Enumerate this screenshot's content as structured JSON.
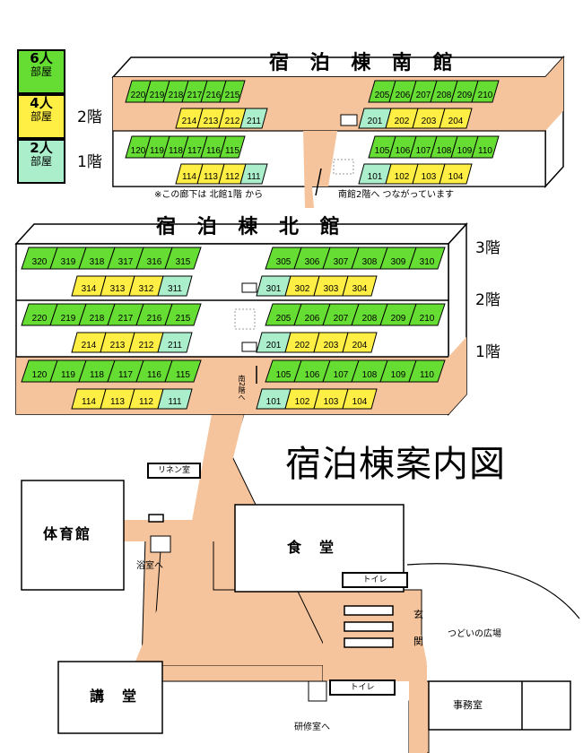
{
  "colors": {
    "six": "#66dd33",
    "four": "#ffee44",
    "two": "#aaeecc",
    "corridor": "#f5c49c",
    "outline": "#000000"
  },
  "legend": [
    {
      "cap": "6人",
      "sub": "部屋",
      "color": "#66dd33"
    },
    {
      "cap": "4人",
      "sub": "部屋",
      "color": "#ffee44"
    },
    {
      "cap": "2人",
      "sub": "部屋",
      "color": "#aaeecc"
    }
  ],
  "south": {
    "title": "宿 泊 棟 南 館",
    "floor2": "2階",
    "floor1": "1階",
    "note_left": "※この廊下は 北館1階 から",
    "note_right": "南館2階へ つながっています",
    "f2_left_six": [
      "220",
      "219",
      "218",
      "217",
      "216",
      "215"
    ],
    "f2_left_four": [
      "214",
      "213",
      "212"
    ],
    "f2_left_two": [
      "211"
    ],
    "f2_right_six": [
      "205",
      "206",
      "207",
      "208",
      "209",
      "210"
    ],
    "f2_right_two": [
      "201"
    ],
    "f2_right_four": [
      "202",
      "203",
      "204"
    ],
    "f1_left_six": [
      "120",
      "119",
      "118",
      "117",
      "116",
      "115"
    ],
    "f1_left_four": [
      "114",
      "113",
      "112"
    ],
    "f1_left_two": [
      "111"
    ],
    "f1_right_six": [
      "105",
      "106",
      "107",
      "108",
      "109",
      "110"
    ],
    "f1_right_two": [
      "101"
    ],
    "f1_right_four": [
      "102",
      "103",
      "104"
    ]
  },
  "north": {
    "title": "宿 泊 棟 北 館",
    "floor3": "3階",
    "floor2": "2階",
    "floor1": "1階",
    "to_south": "南2階へ",
    "f3_left_six": [
      "320",
      "319",
      "318",
      "317",
      "316",
      "315"
    ],
    "f3_left_four": [
      "314",
      "313",
      "312"
    ],
    "f3_left_two": [
      "311"
    ],
    "f3_right_six": [
      "305",
      "306",
      "307",
      "308",
      "309",
      "310"
    ],
    "f3_right_two": [
      "301"
    ],
    "f3_right_four": [
      "302",
      "303",
      "304"
    ],
    "f2_left_six": [
      "220",
      "219",
      "218",
      "217",
      "216",
      "215"
    ],
    "f2_left_four": [
      "214",
      "213",
      "212"
    ],
    "f2_left_two": [
      "211"
    ],
    "f2_right_six": [
      "205",
      "206",
      "207",
      "208",
      "209",
      "210"
    ],
    "f2_right_two": [
      "201"
    ],
    "f2_right_four": [
      "202",
      "203",
      "204"
    ],
    "f1_left_six": [
      "120",
      "119",
      "118",
      "117",
      "116",
      "115"
    ],
    "f1_left_four": [
      "114",
      "113",
      "112"
    ],
    "f1_left_two": [
      "111"
    ],
    "f1_right_six": [
      "105",
      "106",
      "107",
      "108",
      "109",
      "110"
    ],
    "f1_right_two": [
      "101"
    ],
    "f1_right_four": [
      "102",
      "103",
      "104"
    ]
  },
  "map": {
    "title": "宿泊棟案内図",
    "linen": "リネン室",
    "gym": "体育館",
    "bath": "浴室へ",
    "dining": "食　堂",
    "toilet1": "トイレ",
    "toilet2": "トイレ",
    "entrance1": "玄",
    "entrance2": "関",
    "plaza": "つどいの広場",
    "lecture": "講　堂",
    "training": "研修室へ",
    "office": "事務室"
  }
}
